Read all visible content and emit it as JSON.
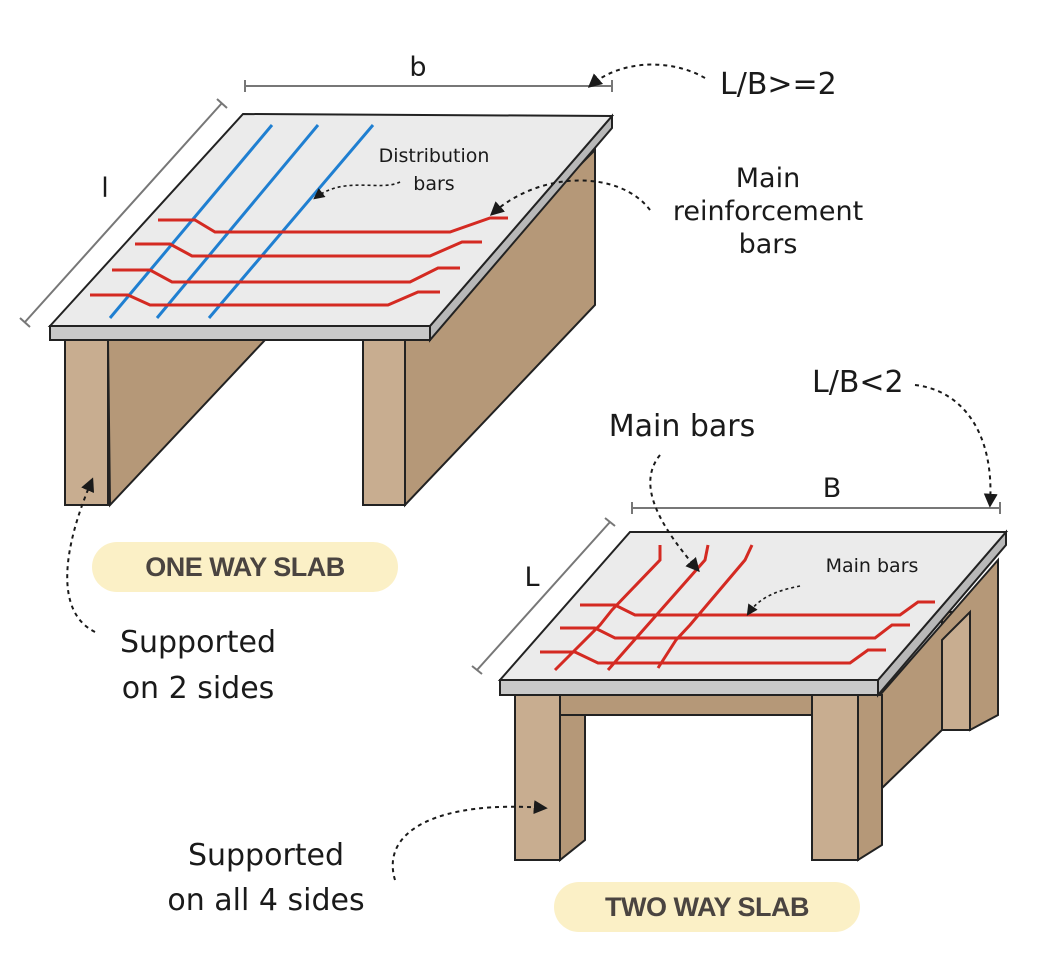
{
  "colors": {
    "slab_top": "#ebebeb",
    "slab_edge": "#c9c9c9",
    "support_front": "#c8ad90",
    "support_side": "#b59878",
    "main_bar": "#d42a22",
    "distribution_bar": "#1f7fd1",
    "pill": "#fbf0c6",
    "dim_line": "#777777"
  },
  "one_way": {
    "pill_label": "ONE WAY SLAB",
    "dim_width": "b",
    "dim_length": "l",
    "ratio": "L/B>=2",
    "distribution_label_1": "Distribution",
    "distribution_label_2": "bars",
    "main_label_1": "Main",
    "main_label_2": "reinforcement",
    "main_label_3": "bars",
    "support_label_1": "Supported",
    "support_label_2": "on 2 sides"
  },
  "two_way": {
    "pill_label": "TWO WAY SLAB",
    "dim_width": "B",
    "dim_length": "L",
    "ratio": "L/B<2",
    "main_bars_label_1": "Main bars",
    "main_bars_label_2": "Main bars",
    "support_label_1": "Supported",
    "support_label_2": "on all 4 sides"
  }
}
